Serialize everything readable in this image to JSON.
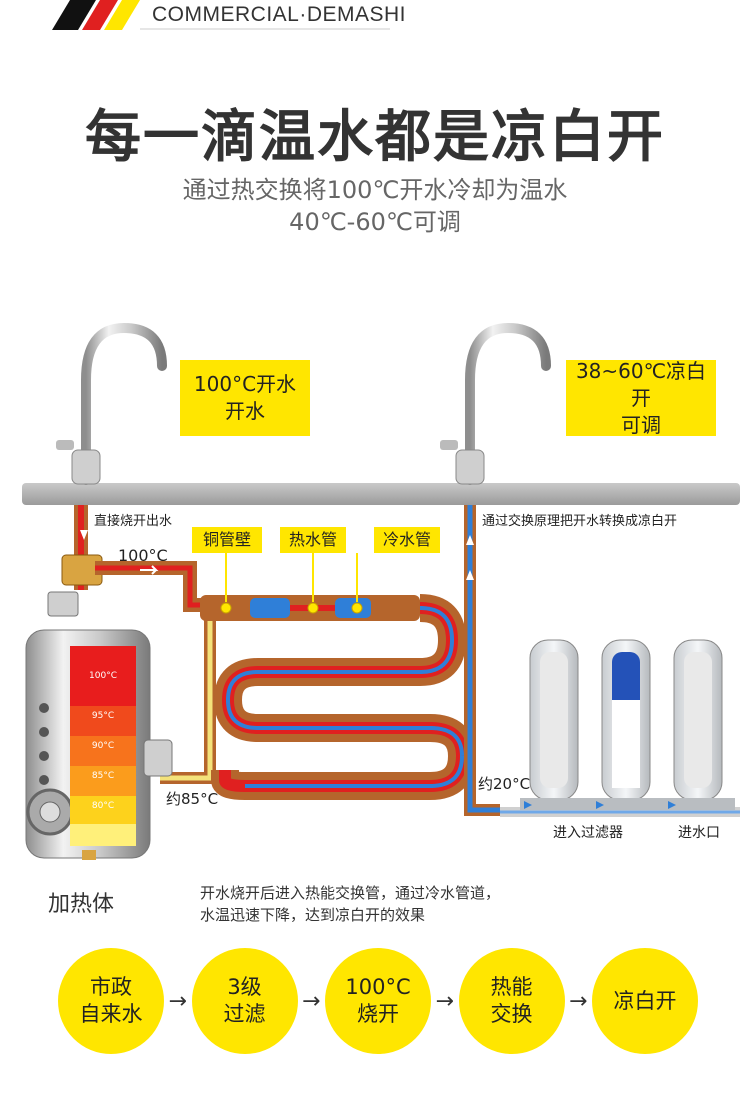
{
  "header": {
    "brand": "COMMERCIAL·DEMASHI"
  },
  "title": "每一滴温水都是凉白开",
  "subtitle": {
    "line1": "通过热交换将100℃开水冷却为温水",
    "line2": "40℃-60℃可调"
  },
  "faucet_left_label": {
    "line1": "100°C开水",
    "line2": "开水"
  },
  "faucet_right_label": {
    "line1": "38~60℃凉白开",
    "line2": "可调"
  },
  "pipe_labels": {
    "direct_boil": "直接烧开出水",
    "exchange_principle": "通过交换原理把开水转换成凉白开",
    "temp_100": "100°C",
    "temp_85": "约85°C",
    "temp_20": "约20°C"
  },
  "tags": {
    "copper": "铜管壁",
    "hot": "热水管",
    "cold": "冷水管"
  },
  "heater": {
    "label": "加热体",
    "levels": [
      "100°C",
      "95°C",
      "90°C",
      "85°C",
      "80°C"
    ]
  },
  "filters": {
    "enter_filter": "进入过滤器",
    "inlet": "进水口"
  },
  "description": {
    "line1": "开水烧开后进入热能交换管，通过冷水管道，",
    "line2": "水温迅速下降，达到凉白开的效果"
  },
  "process": [
    {
      "line1": "市政",
      "line2": "自来水"
    },
    {
      "line1": "3级",
      "line2": "过滤"
    },
    {
      "line1": "100°C",
      "line2": "烧开"
    },
    {
      "line1": "热能",
      "line2": "交换"
    },
    {
      "line1": "凉白开",
      "line2": ""
    }
  ],
  "process_arrow": "→",
  "colors": {
    "accent": "#ffe600",
    "hot": "#e02020",
    "copper": "#b5652c",
    "cold": "#2a6ed8"
  }
}
